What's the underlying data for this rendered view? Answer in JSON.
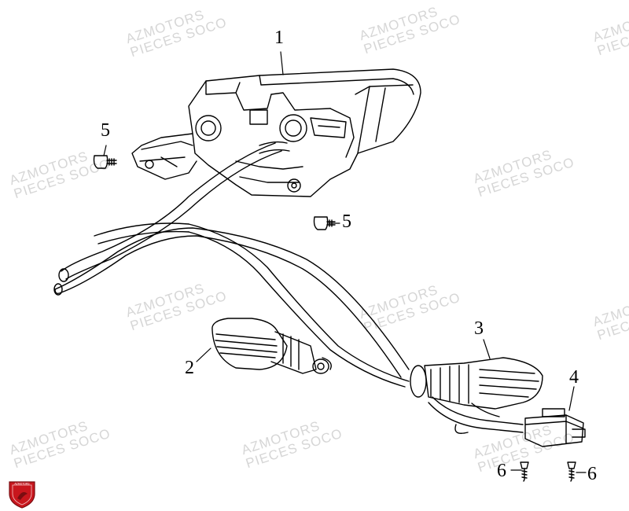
{
  "watermark": {
    "line1": "AZMOTORS",
    "line2": "PIECES SOCO"
  },
  "callouts": {
    "c1": "1",
    "c2": "2",
    "c3": "3",
    "c4": "4",
    "c5a": "5",
    "c5b": "5",
    "c6a": "6",
    "c6b": "6"
  },
  "logo_text": "AZMOTORS",
  "colors": {
    "line": "#000000",
    "watermark": "#d6d6d6",
    "logo_red": "#c8161d"
  }
}
